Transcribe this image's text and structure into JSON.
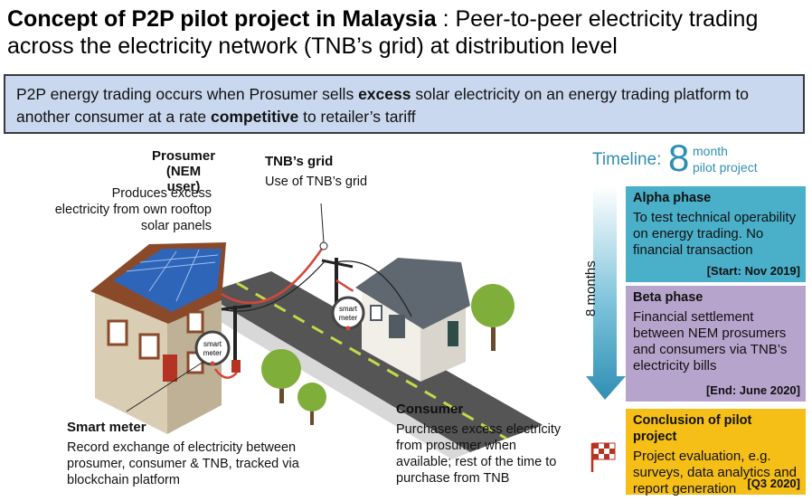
{
  "title": {
    "bold": "Concept of P2P pilot project in Malaysia",
    "rest": " : Peer-to-peer electricity trading across the electricity network (TNB’s grid) at distribution level"
  },
  "banner": {
    "p1": "P2P energy trading occurs when Prosumer sells ",
    "b1": "excess",
    "p2": " solar electricity on an energy trading platform to another consumer at a rate ",
    "b2": "competitive",
    "p3": " to retailer’s tariff"
  },
  "prosumer": {
    "title1": "Prosumer",
    "title2": "(NEM user)",
    "desc1": "Produces excess",
    "desc2": "electricity from own rooftop",
    "desc3": "solar panels"
  },
  "grid": {
    "title": "TNB’s grid",
    "desc": "Use of TNB’s grid"
  },
  "smart_meter": {
    "title": "Smart meter",
    "desc1": "Record exchange of electricity between",
    "desc2": "prosumer, consumer & TNB, tracked via",
    "desc3": "blockchain platform",
    "meter_label1": "smart",
    "meter_label2": "meter"
  },
  "consumer": {
    "title": "Consumer",
    "desc1": "Purchases excess electricity",
    "desc2": "from prosumer when",
    "desc3": "available; rest of the time to",
    "desc4": "purchase from TNB"
  },
  "timeline": {
    "label": "Timeline:",
    "number": "8",
    "unit1": "month",
    "unit2": "pilot project",
    "arrow_label": "8 months"
  },
  "phases": {
    "alpha": {
      "title": "Alpha phase",
      "desc": "To test technical operability on energy trading. No financial transaction",
      "foot": "[Start: Nov 2019]"
    },
    "beta": {
      "title": "Beta phase",
      "desc": "Financial settlement between NEM prosumers and consumers via TNB’s electricity bills",
      "foot": "[End: June 2020]"
    },
    "conclusion": {
      "title": "Conclusion of pilot project",
      "desc": "Project evaluation, e.g. surveys, data analytics and report generation",
      "foot": "[Q3 2020]"
    }
  },
  "colors": {
    "accent": "#2f8fb3",
    "alpha": "#4aafc9",
    "beta": "#b7a4cc",
    "conclusion": "#f5bf18",
    "banner": "#c9d8ee"
  }
}
